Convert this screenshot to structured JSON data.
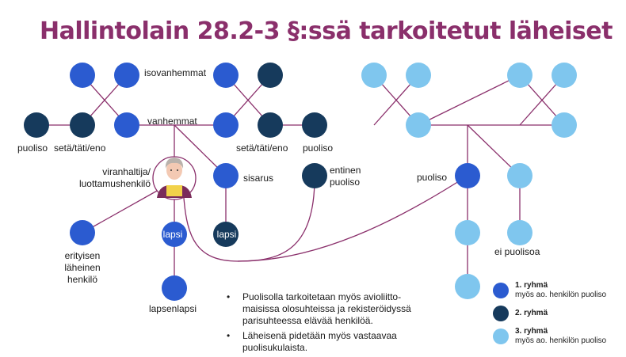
{
  "title": "Hallintolain 28.2-3 §:ssä tarkoitetut läheiset",
  "colors": {
    "title": "#8a2f6b",
    "group1": "#2b5bd0",
    "group2": "#163a5c",
    "group3": "#7fc6ee",
    "line": "#8a2f6b"
  },
  "labels": {
    "isovanhemmat": "isovanhemmat",
    "vanhemmat": "vanhemmat",
    "puoliso_left": "puoliso",
    "seta_left": "setä/täti/eno",
    "seta_right": "setä/täti/eno",
    "puoliso_right": "puoliso",
    "viranhaltija_1": "viranhaltija/",
    "viranhaltija_2": "luottamushenkilö",
    "sisarus": "sisarus",
    "entinen_1": "entinen",
    "entinen_2": "puoliso",
    "puoliso_mid": "puoliso",
    "erityinen_1": "erityisen",
    "erityinen_2": "läheinen",
    "erityinen_3": "henkilö",
    "lapsi_1": "lapsi",
    "lapsi_2": "lapsi",
    "lapsenlapsi": "lapsenlapsi",
    "ei_puolisoa": "ei puolisoa"
  },
  "bullets": [
    {
      "line1": "Puolisolla tarkoitetaan myös avioliitto-",
      "line2": "maisissa olosuhteissa ja rekisteröidyssä",
      "line3": "parisuhteessa elävää henkilöä."
    },
    {
      "line1": "Läheisenä pidetään myös vastaavaa",
      "line2": "puolisukulaista."
    }
  ],
  "bullet_char": "•",
  "legend": [
    {
      "group": "group1",
      "name": "1. ryhmä",
      "desc": "myös ao. henkilön puoliso"
    },
    {
      "group": "group2",
      "name": "2. ryhmä",
      "desc": ""
    },
    {
      "group": "group3",
      "name": "3. ryhmä",
      "desc": "myös ao. henkilön puoliso"
    }
  ]
}
